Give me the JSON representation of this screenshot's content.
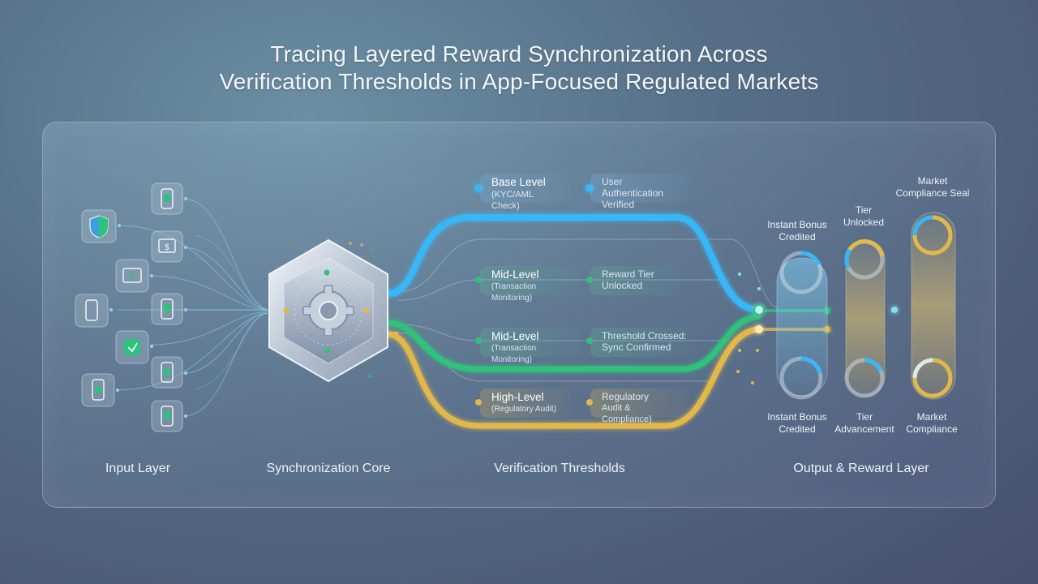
{
  "title": {
    "line1": "Tracing Layered Reward Synchronization Across",
    "line2": "Verification Thresholds in App-Focused Regulated Markets"
  },
  "layers": {
    "input": "Input Layer",
    "core": "Synchronization Core",
    "thresholds": "Verification Thresholds",
    "output": "Output & Reward Layer"
  },
  "thresholds": [
    {
      "level": "Base Level",
      "detail": "(KYC/AML Check)",
      "status1": "User Authentication",
      "status2": "Verified",
      "color": "#38b6f5"
    },
    {
      "level": "Mid-Level",
      "detail": "(Transaction Monitoring)",
      "status1": "Reward Tier",
      "status2": "Unlocked",
      "color": "#2fc27a"
    },
    {
      "level": "Mid-Level",
      "detail": "(Transaction Monitoring)",
      "status1": "Threshold Crossed:",
      "status2": "Sync Confirmed",
      "color": "#2fc27a"
    },
    {
      "level": "High-Level",
      "detail": "(Regulatory Audit)",
      "status1": "Regulatory",
      "status2": "Audit & Compliance)",
      "color": "#e2b84a"
    }
  ],
  "outputs": {
    "top": [
      {
        "line1": "Instant Bonus",
        "line2": "Credited"
      },
      {
        "line1": "Tier",
        "line2": "Unlocked"
      },
      {
        "line1": "Market",
        "line2": "Compliance Seal"
      }
    ],
    "bottom": [
      {
        "line1": "Instant Bonus",
        "line2": "Credited"
      },
      {
        "line1": "Tier",
        "line2": "Advancement"
      },
      {
        "line1": "Market",
        "line2": "Compliance"
      }
    ]
  },
  "input_icons": [
    "shield-icon",
    "wallet-icon",
    "wallet-icon",
    "smartphone-icon",
    "smartphone-icon",
    "app-icon",
    "smartphone-icon",
    "smartphone-icon",
    "smartphone-icon"
  ],
  "colors": {
    "blue": "#38b6f5",
    "green": "#2fc27a",
    "gold": "#e2b84a",
    "core": "#cfd8e4"
  }
}
